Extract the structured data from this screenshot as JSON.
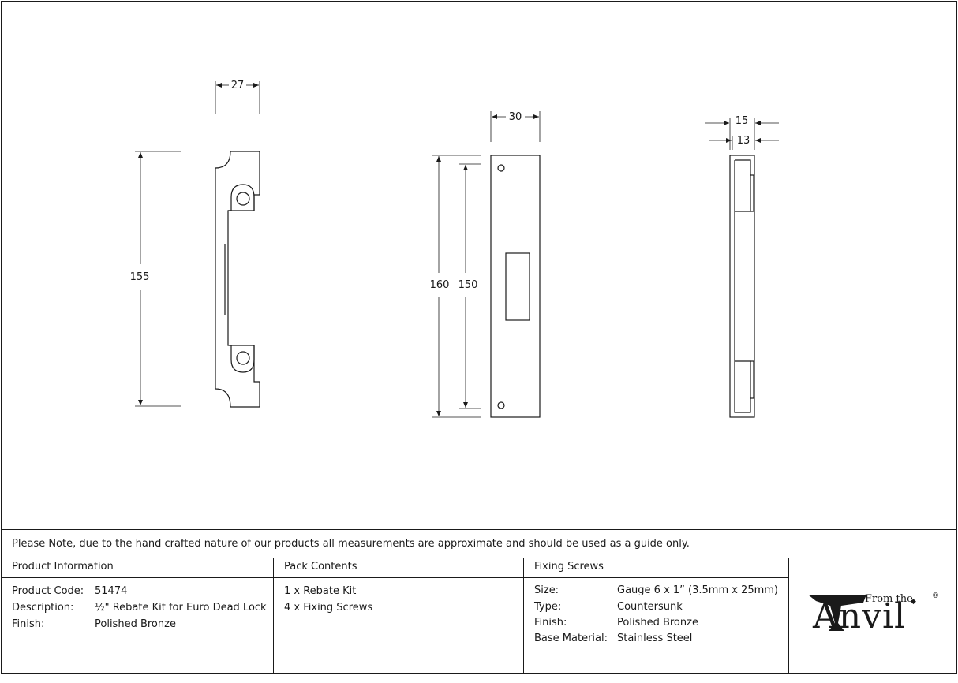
{
  "dimensions": {
    "left_width": "27",
    "left_height": "155",
    "front_width": "30",
    "front_outer_height": "160",
    "front_inner_height": "150",
    "side_outer_width": "15",
    "side_inner_width": "13"
  },
  "note": "Please Note, due to the hand crafted nature of our products all measurements are approximate and should be used as a guide only.",
  "product_info": {
    "heading": "Product Information",
    "rows": [
      {
        "label": "Product Code:",
        "value": "51474"
      },
      {
        "label": "Description:",
        "value": "½\" Rebate Kit for Euro Dead Lock"
      },
      {
        "label": "Finish:",
        "value": "Polished Bronze"
      }
    ]
  },
  "pack_contents": {
    "heading": "Pack Contents",
    "items": [
      "1 x Rebate Kit",
      "4 x Fixing Screws"
    ]
  },
  "fixing_screws": {
    "heading": "Fixing Screws",
    "rows": [
      {
        "label": "Size:",
        "value": "Gauge 6 x 1” (3.5mm x 25mm)"
      },
      {
        "label": "Type:",
        "value": "Countersunk"
      },
      {
        "label": "Finish:",
        "value": "Polished Bronze"
      },
      {
        "label": "Base Material:",
        "value": "Stainless Steel"
      }
    ]
  },
  "logo": {
    "small": "From the",
    "big": "Anvil",
    "reg": "®"
  }
}
